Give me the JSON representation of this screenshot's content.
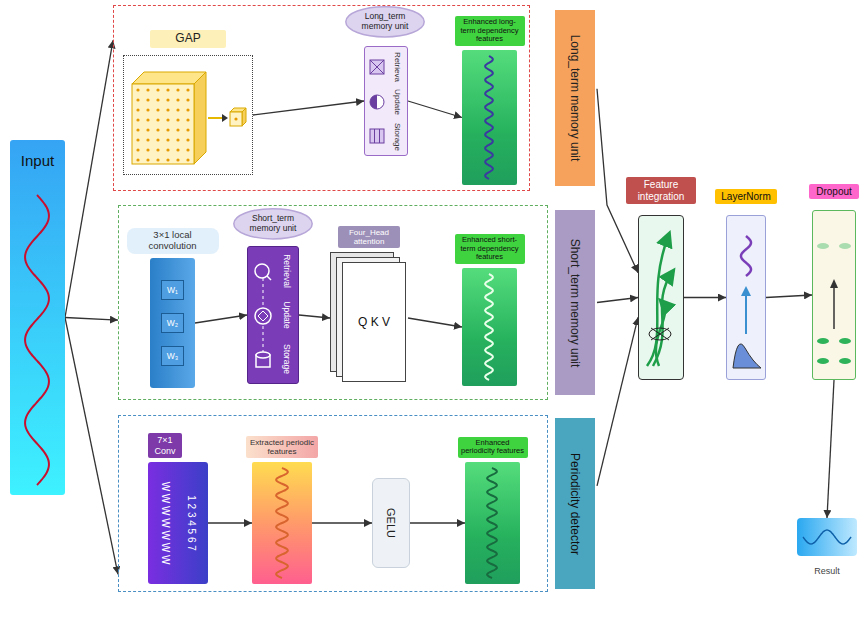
{
  "diagram": {
    "nodes": [
      {
        "text": [
          "Input"
        ]
      },
      {
        "text": [
          "Long_term memory unit"
        ]
      },
      {
        "text": [
          "GAP"
        ],
        "in": 1
      },
      {
        "text": [
          "Long_term memory unit"
        ],
        "in": 1
      },
      {
        "text": [
          "Retrieva",
          "Update",
          "Storage"
        ],
        "in": 1
      },
      {
        "text": [
          "Enhanced long-term dependency features"
        ],
        "in": 1
      },
      {
        "text": [
          "Short_term memory unit"
        ]
      },
      {
        "text": [
          "3×1 local convolution",
          "W₁",
          "W₂",
          "W₃"
        ],
        "in": 6
      },
      {
        "text": [
          "Short_term memory unit"
        ],
        "in": 6
      },
      {
        "text": [
          "Retrieval",
          "Update",
          "Storage"
        ],
        "in": 6
      },
      {
        "text": [
          "Four_Head attention",
          "Q K V"
        ],
        "in": 6
      },
      {
        "text": [
          "Enhanced short-term dependency features"
        ],
        "in": 6
      },
      {
        "text": [
          "Periodicity detector"
        ]
      },
      {
        "text": [
          "7×1 Conv",
          "W W W W W W W",
          "1 2 3 4 5 6 7"
        ],
        "in": 12
      },
      {
        "text": [
          "Extracted periodic features"
        ],
        "in": 12
      },
      {
        "text": [
          "GELU"
        ],
        "in": 12
      },
      {
        "text": [
          "Enhanced periodicity features"
        ],
        "in": 12
      },
      {
        "text": [
          "Feature integration"
        ]
      },
      {
        "text": [
          "LayerNorm"
        ]
      },
      {
        "text": [
          "Dropout"
        ]
      },
      {
        "text": [
          "Result"
        ]
      }
    ],
    "edges": [
      {
        "from": 0,
        "to": 1,
        "arrow": "to"
      },
      {
        "from": 0,
        "to": 6,
        "arrow": "to"
      },
      {
        "from": 0,
        "to": 12,
        "arrow": "to"
      },
      {
        "from": 2,
        "to": 4,
        "arrow": "to"
      },
      {
        "from": 4,
        "to": 5,
        "arrow": "to"
      },
      {
        "from": 7,
        "to": 9,
        "arrow": "to"
      },
      {
        "from": 9,
        "to": 10,
        "arrow": "to"
      },
      {
        "from": 10,
        "to": 11,
        "arrow": "to"
      },
      {
        "from": 13,
        "to": 14,
        "arrow": "to"
      },
      {
        "from": 14,
        "to": 15,
        "arrow": "to"
      },
      {
        "from": 15,
        "to": 16,
        "arrow": "to"
      },
      {
        "from": 1,
        "to": 17,
        "arrow": "to"
      },
      {
        "from": 6,
        "to": 17,
        "arrow": "to"
      },
      {
        "from": 12,
        "to": 17,
        "arrow": "to"
      },
      {
        "from": 17,
        "to": 18,
        "arrow": "to"
      },
      {
        "from": 18,
        "to": 19,
        "arrow": "to"
      },
      {
        "from": 19,
        "to": 20,
        "arrow": "to"
      }
    ]
  }
}
